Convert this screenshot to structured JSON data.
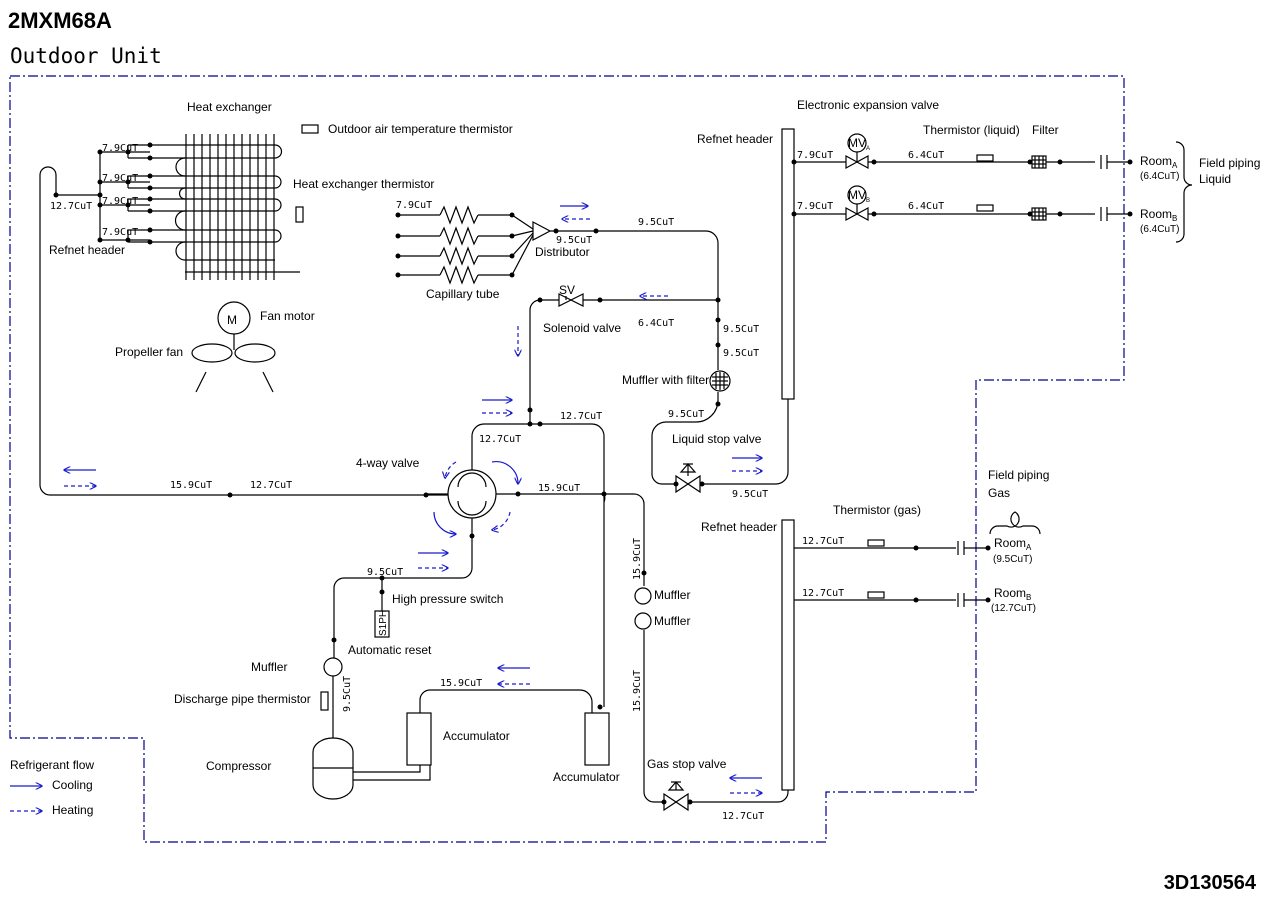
{
  "header": {
    "model": "2MXM68A",
    "unit_title": "Outdoor Unit",
    "drawing_number": "3D130564"
  },
  "components": {
    "heat_exchanger": "Heat exchanger",
    "outdoor_air_thermistor": "Outdoor air temperature thermistor",
    "hx_thermistor": "Heat exchanger thermistor",
    "refnet_header_left": "Refnet header",
    "fan_motor": "Fan motor",
    "fan_motor_symbol": "M",
    "propeller_fan": "Propeller fan",
    "capillary_tube": "Capillary tube",
    "distributor": "Distributor",
    "solenoid_valve": "Solenoid valve",
    "sv_symbol": "SV",
    "muffler_with_filter": "Muffler with filter",
    "liquid_stop_valve": "Liquid stop valve",
    "four_way_valve": "4-way valve",
    "high_pressure_switch": "High pressure switch",
    "hps_symbol": "S1PH",
    "automatic_reset": "Automatic reset",
    "muffler": "Muffler",
    "discharge_thermistor": "Discharge pipe thermistor",
    "compressor": "Compressor",
    "accumulator": "Accumulator",
    "refnet_header_liquid": "Refnet header",
    "refnet_header_gas": "Refnet header",
    "eev": "Electronic expansion valve",
    "mv": "MV",
    "mv_a": "A",
    "mv_b": "B",
    "thermistor_liquid": "Thermistor (liquid)",
    "filter": "Filter",
    "thermistor_gas": "Thermistor (gas)",
    "gas_stop_valve": "Gas stop valve"
  },
  "field_piping": {
    "liquid_line1": "Field piping",
    "liquid_line2": "Liquid",
    "gas_line1": "Field piping",
    "gas_line2": "Gas",
    "room": "Room",
    "sub_a": "A",
    "sub_b": "B",
    "liquid_a_size": "(6.4CuT)",
    "liquid_b_size": "(6.4CuT)",
    "gas_a_size": "(9.5CuT)",
    "gas_b_size": "(12.7CuT)"
  },
  "pipes": {
    "p79": "7.9CuT",
    "p127": "12.7CuT",
    "p95": "9.5CuT",
    "p64": "6.4CuT",
    "p159": "15.9CuT"
  },
  "legend": {
    "title": "Refrigerant flow",
    "cooling": "Cooling",
    "heating": "Heating"
  },
  "colors": {
    "line": "#000000",
    "flow_arrow": "#1a1acc",
    "boundary": "#00008b",
    "background": "#ffffff"
  }
}
